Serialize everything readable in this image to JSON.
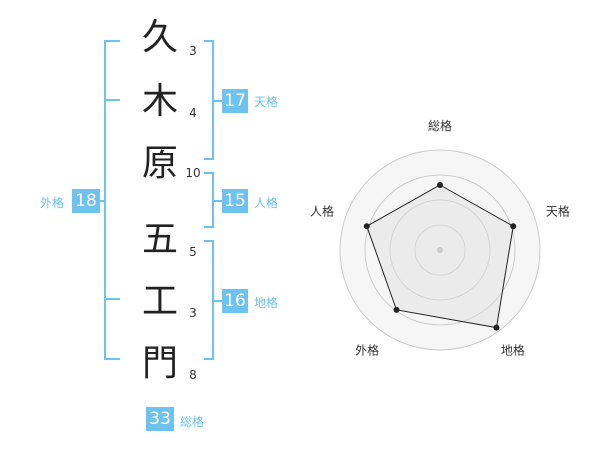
{
  "name": {
    "surname": [
      {
        "char": "久",
        "strokes": "3"
      },
      {
        "char": "木",
        "strokes": "4"
      },
      {
        "char": "原",
        "strokes": "10"
      }
    ],
    "given": [
      {
        "char": "五",
        "strokes": "5"
      },
      {
        "char": "工",
        "strokes": "3"
      },
      {
        "char": "門",
        "strokes": "8"
      }
    ]
  },
  "fortune": {
    "tenkaku": {
      "value": "17",
      "label": "天格"
    },
    "jinkaku": {
      "value": "15",
      "label": "人格"
    },
    "chikaku": {
      "value": "16",
      "label": "地格"
    },
    "gaikaku": {
      "value": "18",
      "label": "外格"
    },
    "soukaku": {
      "value": "33",
      "label": "総格"
    }
  },
  "colors": {
    "accent": "#6ec2f0",
    "ring": "#cccccc",
    "fill": "#eeeeee"
  },
  "chart_data": {
    "type": "radar",
    "axes": [
      "総格",
      "天格",
      "地格",
      "外格",
      "人格"
    ],
    "values": [
      0.65,
      0.77,
      0.96,
      0.74,
      0.77
    ],
    "rings": 4,
    "range": [
      0,
      1
    ]
  }
}
